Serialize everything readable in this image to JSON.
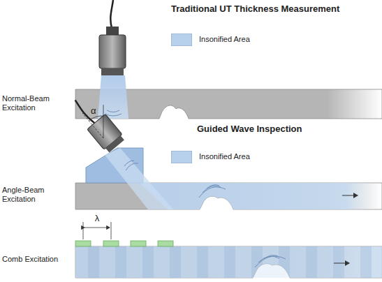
{
  "diagram": {
    "labels": [
      "Traditional UT Thickness Measurement",
      "Normal-Beam Excitation",
      "Guided Wave Inspection",
      "α",
      "Angle-Beam Excitation",
      "λ",
      "Comb Excitation"
    ],
    "legend": [
      {
        "text": "Insonified Area",
        "color": "#b7d0ec"
      },
      {
        "text": "Insonified Area",
        "color": "#b7d0ec"
      }
    ]
  }
}
